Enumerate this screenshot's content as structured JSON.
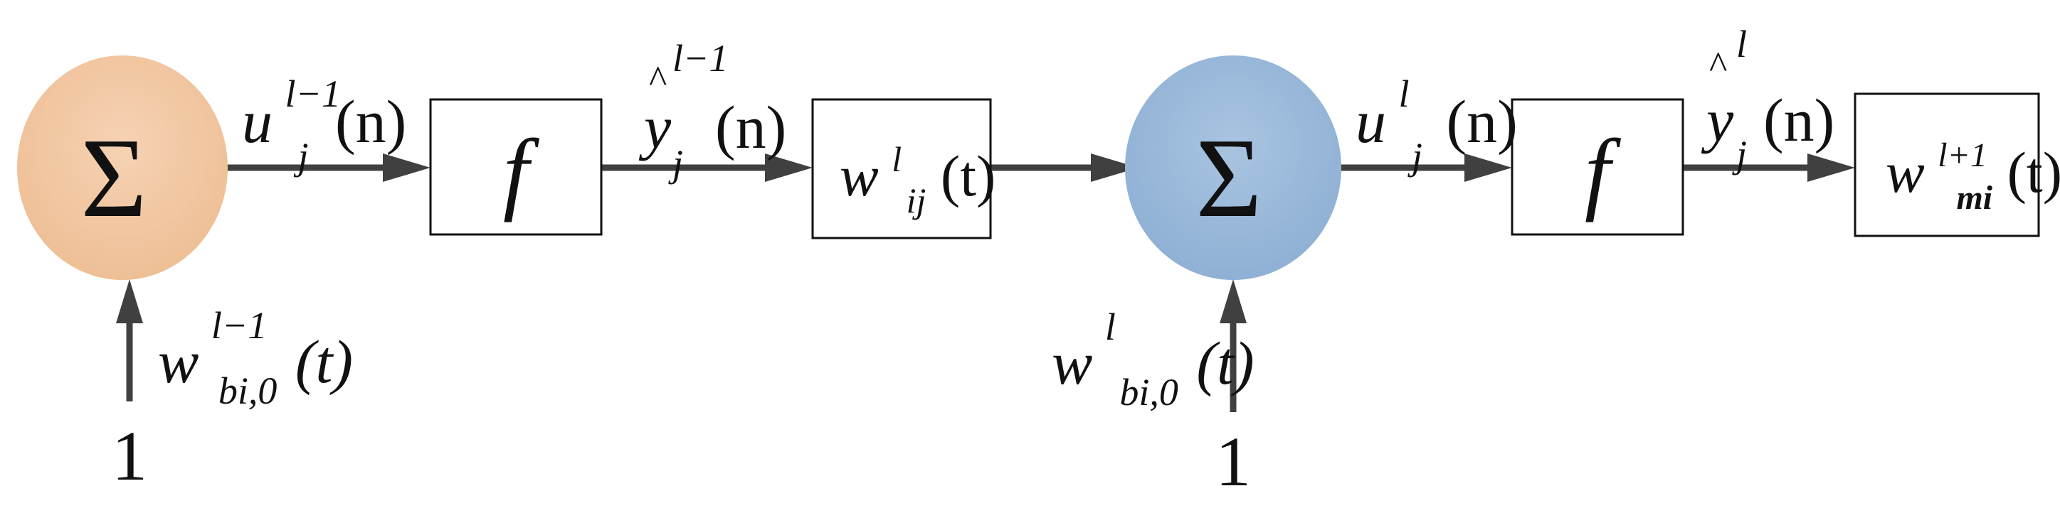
{
  "colors": {
    "sum_node_1": "#f1c6a0",
    "sum_node_2": "#9dbbdb",
    "arrow": "#404040",
    "box_border": "#111111",
    "text": "#111111"
  },
  "nodes": {
    "sum1": {
      "symbol": "Σ"
    },
    "f1": {
      "symbol": "f"
    },
    "weight1": {
      "base": "w",
      "sup": "l",
      "sub": "ij",
      "arg": "(t)"
    },
    "sum2": {
      "symbol": "Σ"
    },
    "f2": {
      "symbol": "f"
    },
    "weight2": {
      "base": "w",
      "sup": "l+1",
      "sub": "mi",
      "arg": "(t)"
    }
  },
  "edge_labels": {
    "u_prev": {
      "base": "u",
      "sup": "l−1",
      "sub": "j",
      "arg": "(n)"
    },
    "y_prev": {
      "hat": "^",
      "base": "y",
      "sup": "l−1",
      "sub": "j",
      "arg": "(n)"
    },
    "u_curr": {
      "base": "u",
      "sup": "l",
      "sub": "j",
      "arg": "(n)"
    },
    "y_curr": {
      "hat": "^",
      "base": "y",
      "sup": "l",
      "sub": "j",
      "arg": "(n)"
    }
  },
  "bias": {
    "input1": {
      "value": "1",
      "base": "w",
      "sup": "l−1",
      "sub": "bi,0",
      "arg": "(t)"
    },
    "input2": {
      "value": "1",
      "base": "w",
      "sup": "l",
      "sub": "bi,0",
      "arg": "(t)"
    }
  }
}
